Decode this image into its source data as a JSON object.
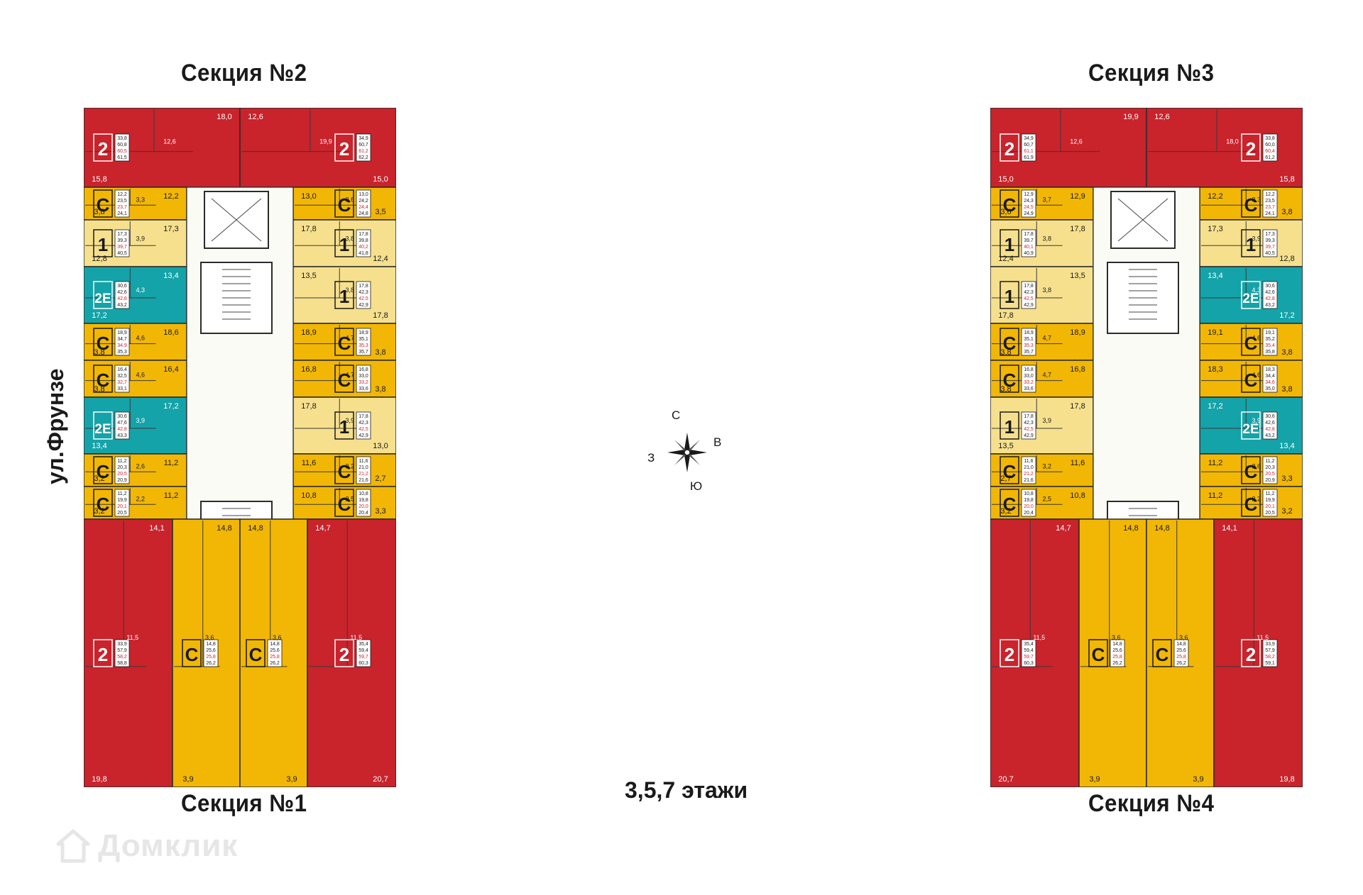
{
  "titles": {
    "section2": "Секция №2",
    "section3": "Секция №3",
    "section1": "Секция №1",
    "section4": "Секция №4",
    "floors": "3,5,7 этажи",
    "street": "ул.Фрунзе"
  },
  "compass": {
    "north": "С",
    "south": "Ю",
    "west": "З",
    "east": "В"
  },
  "watermark": {
    "text": "Домклик"
  },
  "colors": {
    "two_room": "#c9232c",
    "studio": "#f2b705",
    "one_room": "#f6e08d",
    "euro_two": "#14a3a8",
    "wall": "#2b2b2b",
    "core": "#ffffff"
  },
  "left_block": {
    "top_units": [
      {
        "type": "2",
        "areas": [
          "33,8",
          "60,8",
          "60,5",
          "61,5"
        ],
        "rooms": [
          "18,0",
          "15,8",
          "12,6"
        ]
      },
      {
        "type": "2",
        "areas": [
          "34,9",
          "60,7",
          "61,2",
          "62,2"
        ],
        "rooms": [
          "12,6",
          "15,0",
          "19,9"
        ]
      }
    ],
    "left_column": [
      {
        "type": "C",
        "areas": [
          "12,2",
          "23,5",
          "23,7",
          "24,1"
        ],
        "rooms": [
          "12,2",
          "3,8",
          "3,3"
        ]
      },
      {
        "type": "1",
        "areas": [
          "17,3",
          "39,3",
          "39,7",
          "40,5"
        ],
        "rooms": [
          "17,3",
          "12,8",
          "3,9"
        ]
      },
      {
        "type": "2E",
        "areas": [
          "30,6",
          "42,6",
          "42,8",
          "43,2"
        ],
        "rooms": [
          "13,4",
          "17,2",
          "4,3"
        ]
      },
      {
        "type": "C",
        "areas": [
          "18,9",
          "34,7",
          "34,9",
          "35,3"
        ],
        "rooms": [
          "18,6",
          "3,8",
          "4,6"
        ]
      },
      {
        "type": "C",
        "areas": [
          "16,4",
          "32,5",
          "32,7",
          "33,1"
        ],
        "rooms": [
          "16,4",
          "3,8",
          "4,6"
        ]
      },
      {
        "type": "2E",
        "areas": [
          "30,6",
          "47,6",
          "42,8",
          "43,3"
        ],
        "rooms": [
          "17,2",
          "13,4",
          "3,9"
        ]
      },
      {
        "type": "C",
        "areas": [
          "11,2",
          "20,3",
          "20,5",
          "20,9"
        ],
        "rooms": [
          "11,2",
          "3,2",
          "2,6"
        ]
      },
      {
        "type": "C",
        "areas": [
          "11,2",
          "19,9",
          "20,1",
          "20,5"
        ],
        "rooms": [
          "11,2",
          "3,2",
          "2,2"
        ]
      }
    ],
    "right_column": [
      {
        "type": "C",
        "areas": [
          "13,0",
          "24,2",
          "24,4",
          "24,8"
        ],
        "rooms": [
          "13,0",
          "3,5",
          "3,6"
        ]
      },
      {
        "type": "1",
        "areas": [
          "17,8",
          "39,8",
          "40,2",
          "41,8"
        ],
        "rooms": [
          "17,8",
          "12,4",
          "3,8"
        ]
      },
      {
        "type": "1",
        "areas": [
          "17,8",
          "42,3",
          "42,5",
          "42,9"
        ],
        "rooms": [
          "13,5",
          "17,8",
          "3,8"
        ]
      },
      {
        "type": "C",
        "areas": [
          "18,9",
          "35,1",
          "35,3",
          "35,7"
        ],
        "rooms": [
          "18,9",
          "3,8",
          "4,7"
        ]
      },
      {
        "type": "C",
        "areas": [
          "16,8",
          "33,0",
          "33,2",
          "33,6"
        ],
        "rooms": [
          "16,8",
          "3,8",
          "4,7"
        ]
      },
      {
        "type": "1",
        "areas": [
          "17,8",
          "42,3",
          "42,5",
          "42,9"
        ],
        "rooms": [
          "17,8",
          "13,0",
          "3,9"
        ]
      },
      {
        "type": "C",
        "areas": [
          "11,6",
          "21,0",
          "21,2",
          "21,6"
        ],
        "rooms": [
          "11,6",
          "2,7",
          "3,2"
        ]
      },
      {
        "type": "C",
        "areas": [
          "10,8",
          "19,8",
          "20,0",
          "20,4"
        ],
        "rooms": [
          "10,8",
          "3,3",
          "2,5"
        ]
      }
    ],
    "bottom_units": [
      {
        "type": "2",
        "areas": [
          "33,9",
          "57,9",
          "58,2",
          "58,8"
        ],
        "rooms": [
          "14,1",
          "19,8",
          "11,5"
        ]
      },
      {
        "type": "C",
        "areas": [
          "14,8",
          "25,6",
          "25,8",
          "26,2"
        ],
        "rooms": [
          "14,8",
          "3,9",
          "3,6"
        ]
      },
      {
        "type": "C",
        "areas": [
          "14,8",
          "25,6",
          "25,8",
          "26,2"
        ],
        "rooms": [
          "14,8",
          "3,9",
          "3,6"
        ]
      },
      {
        "type": "2",
        "areas": [
          "35,4",
          "59,4",
          "59,7",
          "60,3"
        ],
        "rooms": [
          "14,7",
          "20,7",
          "11,5"
        ]
      }
    ]
  },
  "right_block": {
    "top_units": [
      {
        "type": "2",
        "areas": [
          "34,9",
          "60,7",
          "61,1",
          "61,9"
        ],
        "rooms": [
          "19,9",
          "15,0",
          "12,6"
        ]
      },
      {
        "type": "2",
        "areas": [
          "33,8",
          "60,0",
          "60,4",
          "61,2"
        ],
        "rooms": [
          "12,6",
          "15,8",
          "18,0"
        ]
      }
    ],
    "left_column": [
      {
        "type": "C",
        "areas": [
          "12,9",
          "24,3",
          "24,5",
          "24,9"
        ],
        "rooms": [
          "12,9",
          "3,6",
          "3,7"
        ]
      },
      {
        "type": "1",
        "areas": [
          "17,8",
          "39,7",
          "40,1",
          "40,9"
        ],
        "rooms": [
          "17,8",
          "12,4",
          "3,8"
        ]
      },
      {
        "type": "1",
        "areas": [
          "17,8",
          "42,3",
          "42,5",
          "42,9"
        ],
        "rooms": [
          "13,5",
          "17,8",
          "3,8"
        ]
      },
      {
        "type": "C",
        "areas": [
          "18,9",
          "35,1",
          "35,3",
          "35,7"
        ],
        "rooms": [
          "18,9",
          "3,8",
          "4,7"
        ]
      },
      {
        "type": "C",
        "areas": [
          "16,8",
          "33,0",
          "33,2",
          "33,6"
        ],
        "rooms": [
          "16,8",
          "3,8",
          "4,7"
        ]
      },
      {
        "type": "1",
        "areas": [
          "17,8",
          "42,3",
          "42,5",
          "42,9"
        ],
        "rooms": [
          "17,8",
          "13,5",
          "3,9"
        ]
      },
      {
        "type": "C",
        "areas": [
          "11,6",
          "21,0",
          "21,2",
          "21,6"
        ],
        "rooms": [
          "11,6",
          "2,7",
          "3,2"
        ]
      },
      {
        "type": "C",
        "areas": [
          "10,8",
          "19,8",
          "20,0",
          "20,4"
        ],
        "rooms": [
          "10,8",
          "3,2",
          "2,5"
        ]
      }
    ],
    "right_column": [
      {
        "type": "C",
        "areas": [
          "12,2",
          "23,5",
          "23,7",
          "24,1"
        ],
        "rooms": [
          "12,2",
          "3,8",
          "3,3"
        ]
      },
      {
        "type": "1",
        "areas": [
          "17,3",
          "39,3",
          "39,7",
          "40,5"
        ],
        "rooms": [
          "17,3",
          "12,8",
          "3,9"
        ]
      },
      {
        "type": "2E",
        "areas": [
          "30,6",
          "42,6",
          "42,8",
          "43,2"
        ],
        "rooms": [
          "13,4",
          "17,2",
          "4,3"
        ]
      },
      {
        "type": "C",
        "areas": [
          "19,1",
          "35,2",
          "35,4",
          "35,8"
        ],
        "rooms": [
          "19,1",
          "3,8",
          "4,6"
        ]
      },
      {
        "type": "C",
        "areas": [
          "18,3",
          "34,4",
          "34,6",
          "35,0"
        ],
        "rooms": [
          "18,3",
          "3,8",
          "4,6"
        ]
      },
      {
        "type": "2E",
        "areas": [
          "30,6",
          "42,6",
          "42,8",
          "43,2"
        ],
        "rooms": [
          "17,2",
          "13,4",
          "3,9"
        ]
      },
      {
        "type": "C",
        "areas": [
          "11,2",
          "20,3",
          "20,5",
          "20,9"
        ],
        "rooms": [
          "11,2",
          "3,3",
          "2,6"
        ]
      },
      {
        "type": "C",
        "areas": [
          "11,2",
          "19,9",
          "20,1",
          "20,5"
        ],
        "rooms": [
          "11,2",
          "3,2",
          "2,2"
        ]
      }
    ],
    "bottom_units": [
      {
        "type": "2",
        "areas": [
          "35,4",
          "59,4",
          "59,7",
          "60,3"
        ],
        "rooms": [
          "14,7",
          "20,7",
          "11,5"
        ]
      },
      {
        "type": "C",
        "areas": [
          "14,8",
          "25,6",
          "25,8",
          "26,2"
        ],
        "rooms": [
          "14,8",
          "3,9",
          "3,6"
        ]
      },
      {
        "type": "C",
        "areas": [
          "14,8",
          "25,6",
          "25,8",
          "26,2"
        ],
        "rooms": [
          "14,8",
          "3,9",
          "3,6"
        ]
      },
      {
        "type": "2",
        "areas": [
          "33,9",
          "57,9",
          "58,2",
          "59,1"
        ],
        "rooms": [
          "14,1",
          "19,8",
          "11,5"
        ]
      }
    ]
  }
}
